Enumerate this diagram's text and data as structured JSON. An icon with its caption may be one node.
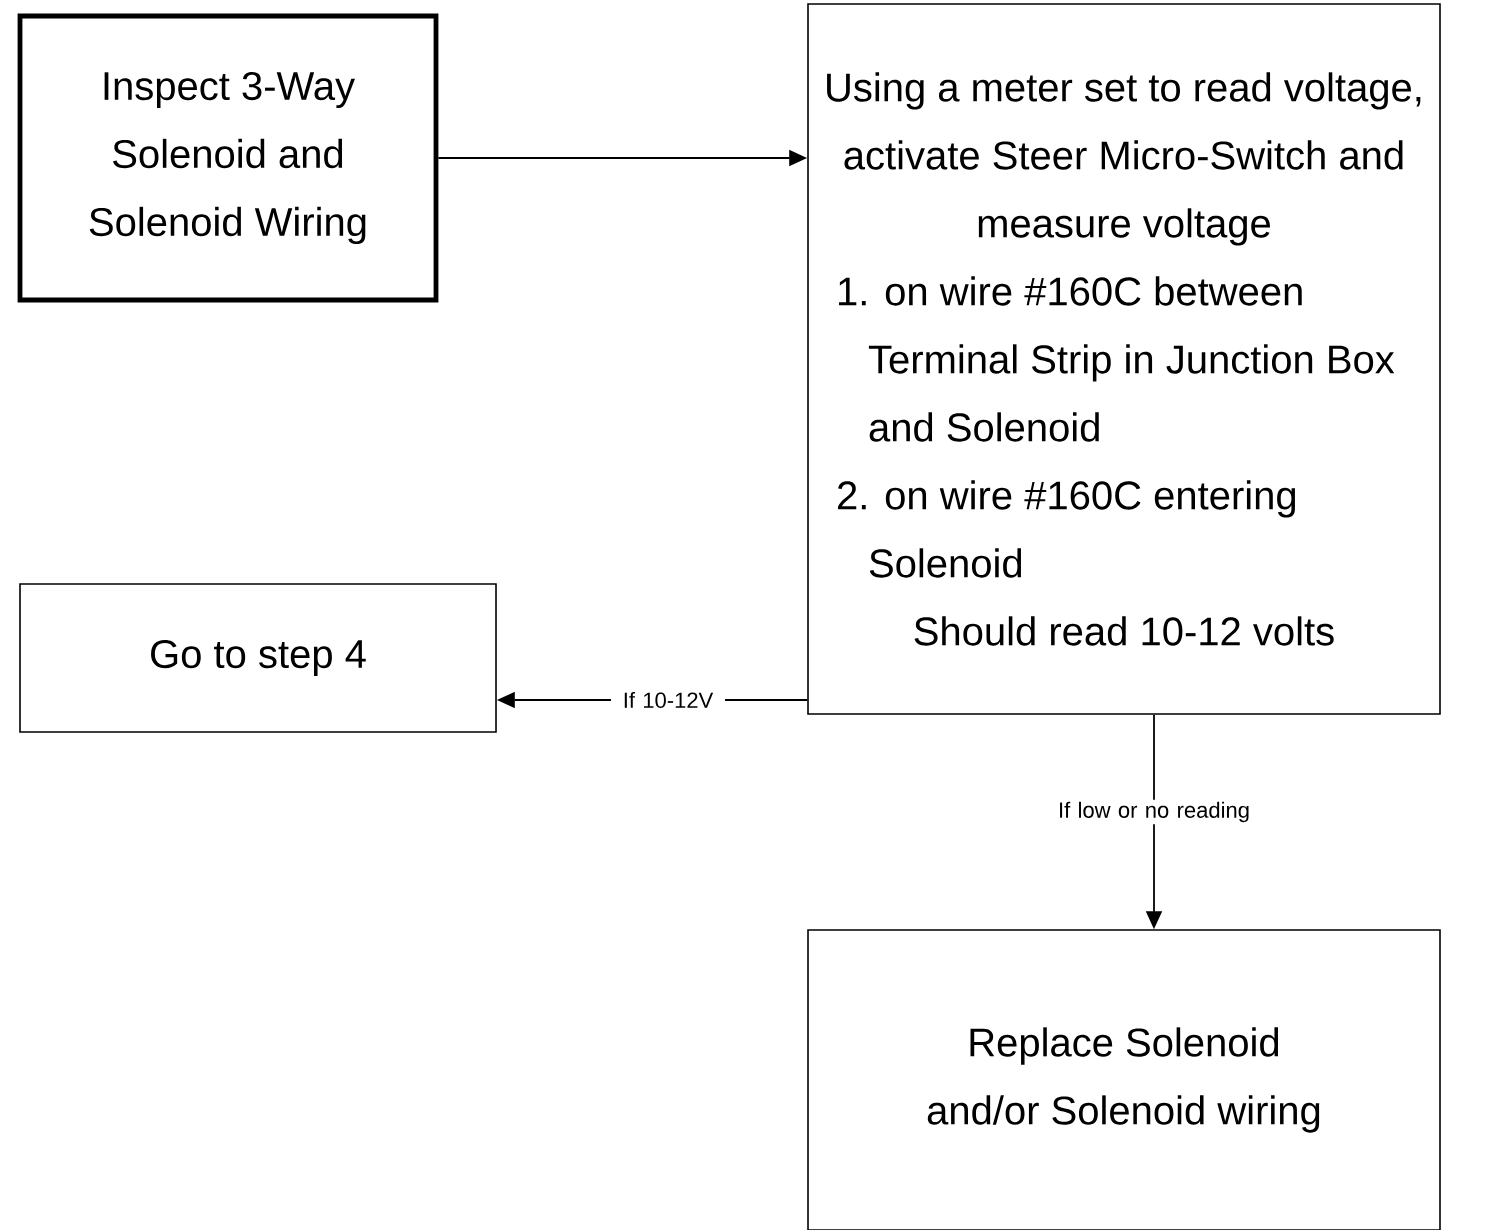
{
  "diagram": {
    "nodes": [
      {
        "text": [
          "Inspect 3-Way Solenoid and Solenoid Wiring"
        ]
      },
      {
        "text": [
          "Using a meter set to read voltage, activate Steer Micro-Switch and measure voltage",
          "1. on wire #160C between Terminal Strip in Junction Box and Solenoid",
          "2. on wire #160C entering Solenoid",
          "Should read 10-12 volts"
        ]
      },
      {
        "text": [
          "Go to step 4"
        ]
      },
      {
        "text": [
          "Replace Solenoid and/or Solenoid wiring"
        ]
      }
    ],
    "edges": [
      {
        "from": 0,
        "to": 1,
        "arrow": "to"
      },
      {
        "from": 1,
        "to": 2,
        "arrow": "to",
        "label": "If 10-12V"
      },
      {
        "from": 1,
        "to": 3,
        "arrow": "to",
        "label": "If low or no reading"
      }
    ]
  }
}
